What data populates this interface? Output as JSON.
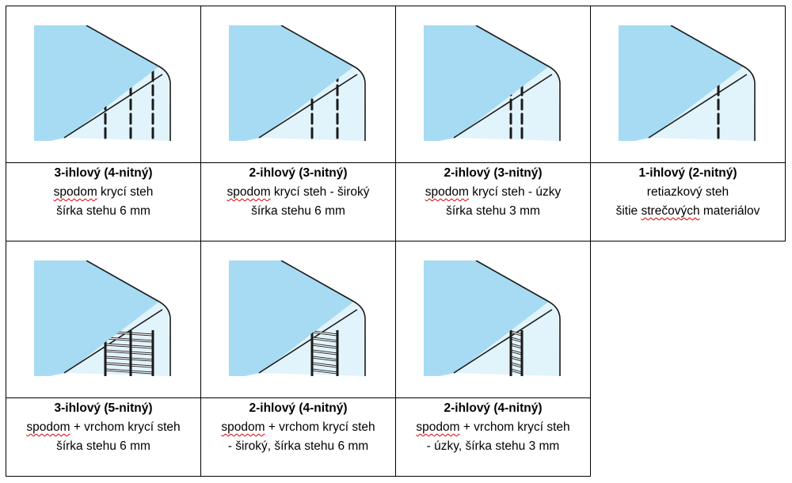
{
  "colors": {
    "fabric_dark": "#a6dbf3",
    "fabric_light": "#e1f3fb",
    "thread": "#2a8ab5",
    "outline": "#1a1a1a"
  },
  "cells": [
    {
      "title": "3-ihlový (4-nitný)",
      "line1_pre": "",
      "line1_sq": "spodom",
      "line1_post": " krycí steh",
      "line2_pre": "",
      "line2_sq": "",
      "line2_post": "šírka stehu 6 mm",
      "needles": 3,
      "bands": 3,
      "top": false,
      "icon": "coverstitch-illustration"
    },
    {
      "title": "2-ihlový (3-nitný)",
      "line1_pre": "",
      "line1_sq": "spodom",
      "line1_post": " krycí steh - široký",
      "line2_pre": "",
      "line2_sq": "",
      "line2_post": "šírka stehu 6 mm",
      "needles": 2,
      "bands": 2,
      "top": false,
      "icon": "coverstitch-illustration"
    },
    {
      "title": "2-ihlový (3-nitný)",
      "line1_pre": "",
      "line1_sq": "spodom",
      "line1_post": " krycí steh - úzky",
      "line2_pre": "",
      "line2_sq": "",
      "line2_post": "šírka stehu 3 mm",
      "needles": 2,
      "bands": 2,
      "narrow": true,
      "top": false,
      "icon": "coverstitch-illustration"
    },
    {
      "title": "1-ihlový (2-nitný)",
      "line1_pre": "",
      "line1_sq": "",
      "line1_post": "retiazkový steh",
      "line2_pre": "šitie ",
      "line2_sq": "strečových",
      "line2_post": " materiálov",
      "needles": 1,
      "bands": 1,
      "top": false,
      "icon": "chainstitch-illustration"
    },
    {
      "title": "3-ihlový (5-nitný)",
      "line1_pre": "",
      "line1_sq": "spodom",
      "line1_post": " + vrchom krycí steh",
      "line2_pre": "",
      "line2_sq": "",
      "line2_post": "šírka stehu 6 mm",
      "needles": 3,
      "bands": 3,
      "top": true,
      "icon": "top-bottom-coverstitch-illustration"
    },
    {
      "title": "2-ihlový (4-nitný)",
      "line1_pre": "",
      "line1_sq": "spodom",
      "line1_post": " + vrchom krycí steh",
      "line2_pre": "",
      "line2_sq": "",
      "line2_post": "- široký, šírka stehu 6 mm",
      "needles": 2,
      "bands": 2,
      "top": true,
      "icon": "top-bottom-coverstitch-illustration"
    },
    {
      "title": "2-ihlový (4-nitný)",
      "line1_pre": "",
      "line1_sq": "spodom",
      "line1_post": " + vrchom krycí steh",
      "line2_pre": "",
      "line2_sq": "",
      "line2_post": "- úzky, šírka stehu 3 mm",
      "needles": 2,
      "bands": 2,
      "narrow": true,
      "top": true,
      "icon": "top-bottom-coverstitch-illustration"
    }
  ]
}
